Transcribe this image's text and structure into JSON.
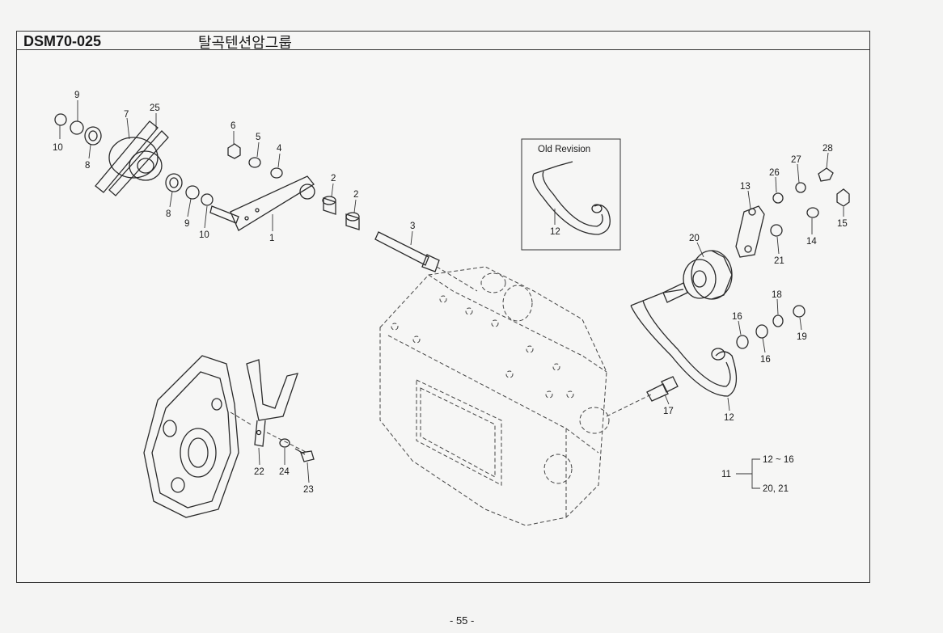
{
  "header": {
    "code": "DSM70-025",
    "title": "탈곡텐션암그룹"
  },
  "page_number": "- 55 -",
  "inset": {
    "title": "Old Revision",
    "part_label": "12"
  },
  "callouts": [
    {
      "id": "c10a",
      "label": "10"
    },
    {
      "id": "c9a",
      "label": "9"
    },
    {
      "id": "c7",
      "label": "7"
    },
    {
      "id": "c25",
      "label": "25"
    },
    {
      "id": "c8a",
      "label": "8"
    },
    {
      "id": "c8b",
      "label": "8"
    },
    {
      "id": "c9b",
      "label": "9"
    },
    {
      "id": "c10b",
      "label": "10"
    },
    {
      "id": "c1",
      "label": "1"
    },
    {
      "id": "c6",
      "label": "6"
    },
    {
      "id": "c5",
      "label": "5"
    },
    {
      "id": "c4",
      "label": "4"
    },
    {
      "id": "c2a",
      "label": "2"
    },
    {
      "id": "c2b",
      "label": "2"
    },
    {
      "id": "c3",
      "label": "3"
    },
    {
      "id": "c13",
      "label": "13"
    },
    {
      "id": "c26",
      "label": "26"
    },
    {
      "id": "c27",
      "label": "27"
    },
    {
      "id": "c28",
      "label": "28"
    },
    {
      "id": "c15",
      "label": "15"
    },
    {
      "id": "c14",
      "label": "14"
    },
    {
      "id": "c21",
      "label": "21"
    },
    {
      "id": "c20",
      "label": "20"
    },
    {
      "id": "c18",
      "label": "18"
    },
    {
      "id": "c19",
      "label": "19"
    },
    {
      "id": "c16a",
      "label": "16"
    },
    {
      "id": "c16b",
      "label": "16"
    },
    {
      "id": "c17",
      "label": "17"
    },
    {
      "id": "c12",
      "label": "12"
    },
    {
      "id": "c22",
      "label": "22"
    },
    {
      "id": "c24",
      "label": "24"
    },
    {
      "id": "c23",
      "label": "23"
    }
  ],
  "assembly_note": {
    "parent": "11",
    "children": [
      "12 ~ 16",
      "20, 21"
    ]
  }
}
